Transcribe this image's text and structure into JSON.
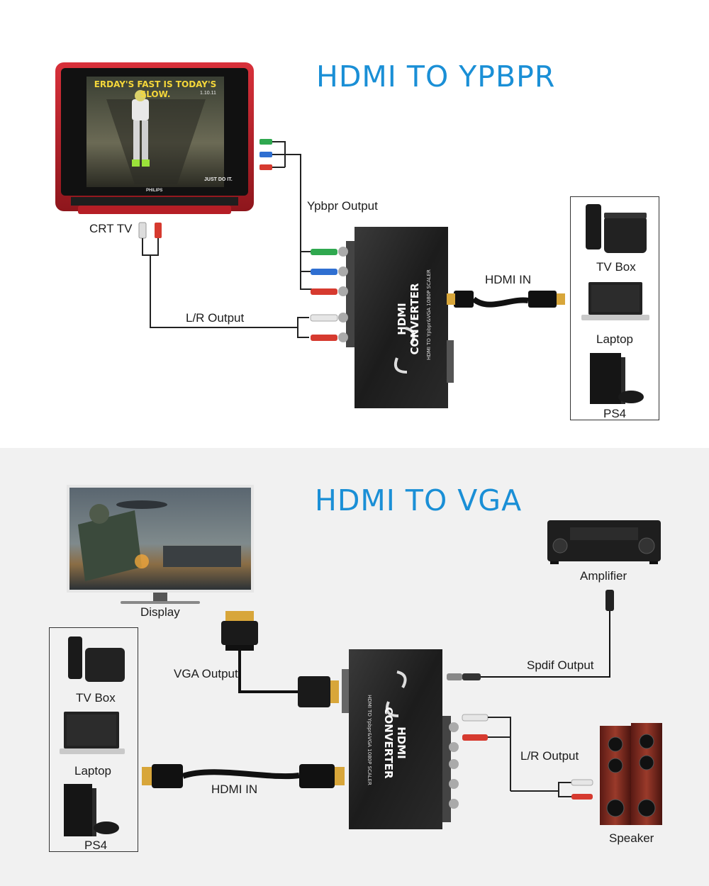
{
  "top": {
    "title": "HDMI TO YPBPR",
    "crt_label": "CRT TV",
    "crt_screen_text": "ERDAY'S FAST IS TODAY'S SLOW.",
    "crt_screen_sub": "1.10.11",
    "crt_screen_tag": "JUST DO IT.",
    "crt_brand": "PHILIPS",
    "ypbpr_label": "Ypbpr Output",
    "lr_label": "L/R Output",
    "hdmi_in_label": "HDMI IN",
    "sources": [
      "TV Box",
      "Laptop",
      "PS4"
    ],
    "converter_title": "HDMI CONVERTER",
    "converter_sub": "HDMI TO Ypbpr&VGA 1080P SCALER"
  },
  "bottom": {
    "title": "HDMI TO VGA",
    "display_label": "Display",
    "vga_label": "VGA Output",
    "hdmi_in_label": "HDMI IN",
    "spdif_label": "Spdif Output",
    "amplifier_label": "Amplifier",
    "lr_label": "L/R Output",
    "speaker_label": "Speaker",
    "sources": [
      "TV Box",
      "Laptop",
      "PS4"
    ],
    "converter_title": "HDMI CONVERTER",
    "converter_sub": "HDMI TO Ypbpr&VGA 1080P SCALER"
  },
  "colors": {
    "title_blue": "#1a8fd6",
    "rca_green": "#2fa84f",
    "rca_blue": "#2f6fd1",
    "rca_red": "#d63a2f",
    "rca_white": "#e6e6e6",
    "crt_red": "#c2232b"
  }
}
